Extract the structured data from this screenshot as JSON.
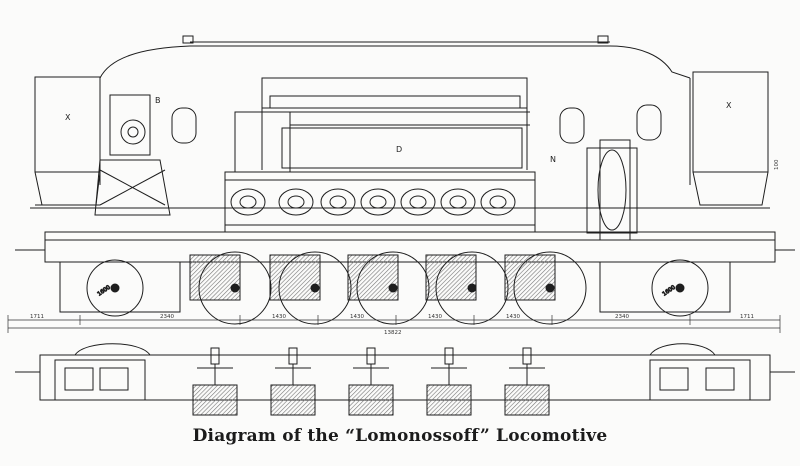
{
  "caption": "Diagram of the “Lomonossoff” Locomotive",
  "labels": {
    "cab_left": "X",
    "cab_right": "X",
    "aux": "B",
    "engine": "D",
    "coupling": "N",
    "side_mark": "100"
  },
  "dimensions": {
    "end_left": "1711",
    "bogie_left": "2340",
    "wheel_spacing": [
      "1430",
      "1430",
      "1430",
      "1430"
    ],
    "bogie_right": "2340",
    "end_right": "1711",
    "overall": "13822"
  },
  "wheel_label": "1600",
  "colors": {
    "ink": "#1e1e1e",
    "paper": "#fbfbfa",
    "shade": "#555555",
    "hatch": "#8a8a8a"
  }
}
